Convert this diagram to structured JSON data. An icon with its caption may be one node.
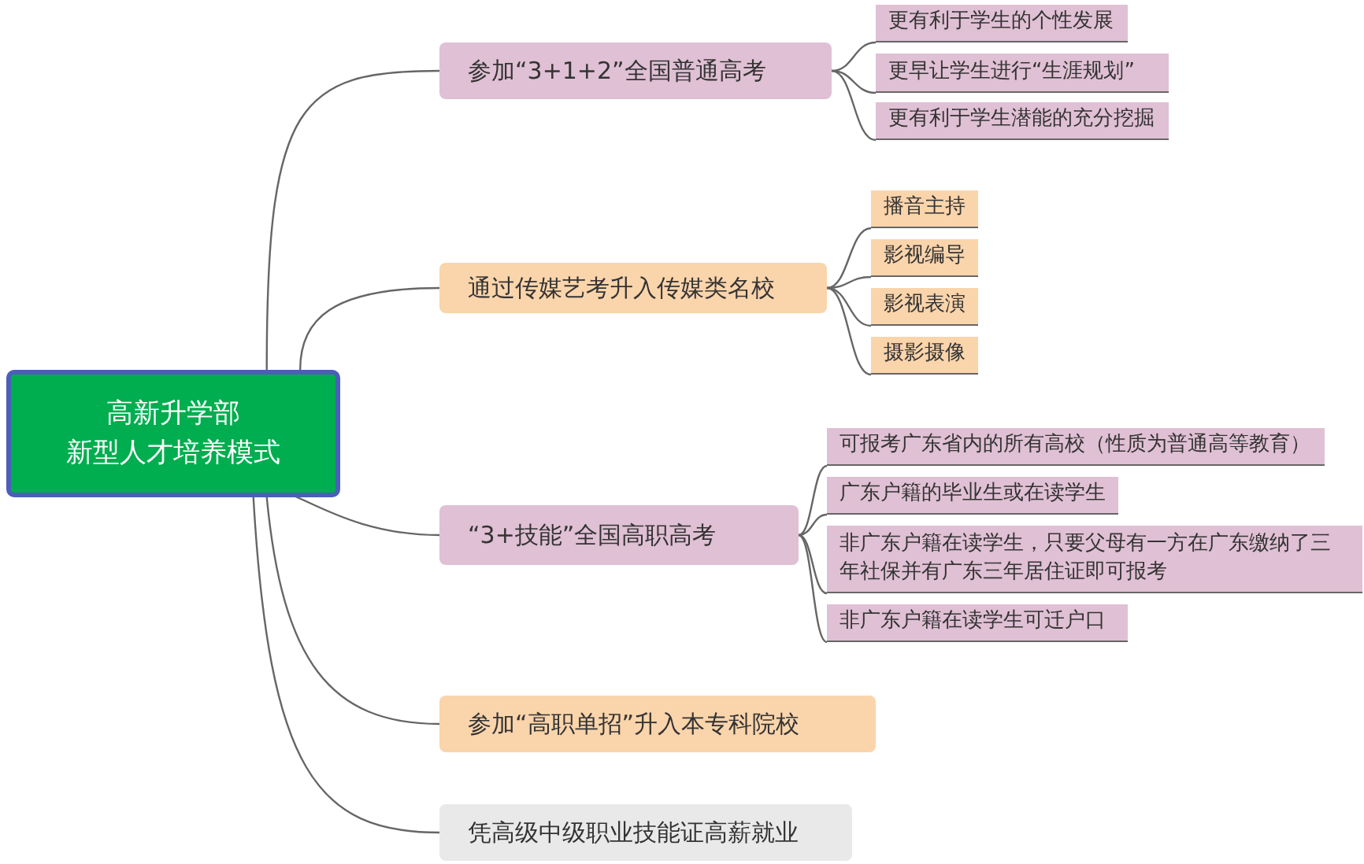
{
  "diagram": {
    "nodes": [
      {
        "text": [
          "高新升学部",
          "新型人才培养模式"
        ]
      },
      {
        "text": [
          "参加“3+1+2”全国普通高考"
        ]
      },
      {
        "text": [
          "更有利于学生的个性发展"
        ]
      },
      {
        "text": [
          "更早让学生进行“生涯规划”"
        ]
      },
      {
        "text": [
          "更有利于学生潜能的充分挖掘"
        ]
      },
      {
        "text": [
          "通过传媒艺考升入传媒类名校"
        ]
      },
      {
        "text": [
          "播音主持"
        ]
      },
      {
        "text": [
          "影视编导"
        ]
      },
      {
        "text": [
          "影视表演"
        ]
      },
      {
        "text": [
          "摄影摄像"
        ]
      },
      {
        "text": [
          "“3+技能”全国高职高考"
        ]
      },
      {
        "text": [
          "可报考广东省内的所有高校（性质为普通高等教育）"
        ]
      },
      {
        "text": [
          "广东户籍的毕业生或在读学生"
        ]
      },
      {
        "text": [
          "非广东户籍在读学生，只要父母有一方在广东缴纳了三年社保并有广东三年居住证即可报考"
        ]
      },
      {
        "text": [
          "非广东户籍在读学生可迁户口"
        ]
      },
      {
        "text": [
          "参加“高职单招”升入本专科院校"
        ]
      },
      {
        "text": [
          "凭高级中级职业技能证高薪就业"
        ]
      }
    ],
    "edges": [
      {
        "from": 0,
        "to": 1,
        "arrow": "none"
      },
      {
        "from": 0,
        "to": 5,
        "arrow": "none"
      },
      {
        "from": 0,
        "to": 10,
        "arrow": "none"
      },
      {
        "from": 0,
        "to": 15,
        "arrow": "none"
      },
      {
        "from": 0,
        "to": 16,
        "arrow": "none"
      },
      {
        "from": 1,
        "to": 2,
        "arrow": "none"
      },
      {
        "from": 1,
        "to": 3,
        "arrow": "none"
      },
      {
        "from": 1,
        "to": 4,
        "arrow": "none"
      },
      {
        "from": 5,
        "to": 6,
        "arrow": "none"
      },
      {
        "from": 5,
        "to": 7,
        "arrow": "none"
      },
      {
        "from": 5,
        "to": 8,
        "arrow": "none"
      },
      {
        "from": 5,
        "to": 9,
        "arrow": "none"
      },
      {
        "from": 10,
        "to": 11,
        "arrow": "none"
      },
      {
        "from": 10,
        "to": 12,
        "arrow": "none"
      },
      {
        "from": 10,
        "to": 13,
        "arrow": "none"
      },
      {
        "from": 10,
        "to": 14,
        "arrow": "none"
      }
    ]
  }
}
